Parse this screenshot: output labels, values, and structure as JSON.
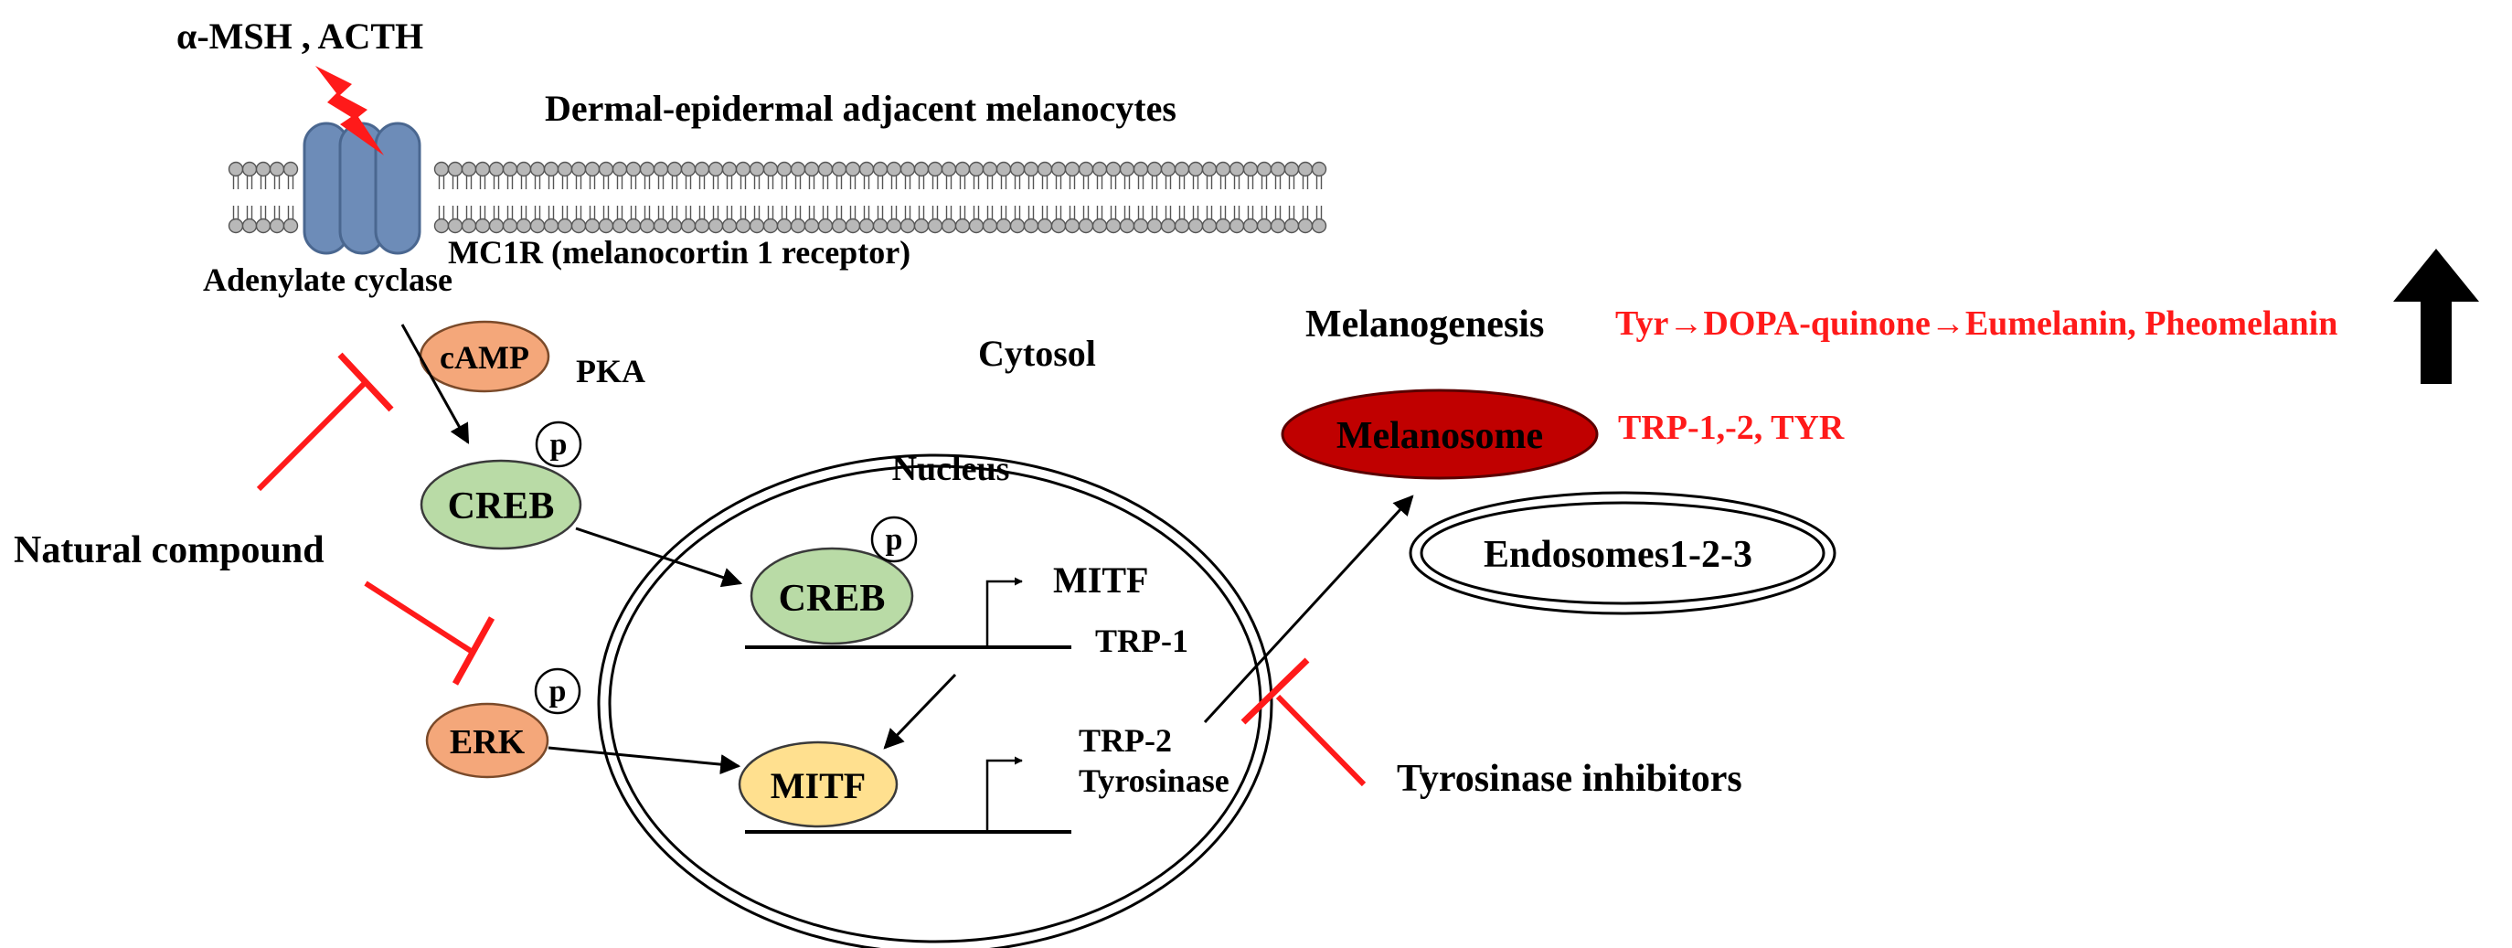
{
  "labels": {
    "ligand": "α-MSH , ACTH",
    "cell_type": "Dermal-epidermal  adjacent melanocytes",
    "receptor": "MC1R (melanocortin 1 receptor)",
    "adenylate_cyclase": "Adenylate cyclase",
    "camp": "cAMP",
    "pka": "PKA",
    "cytosol": "Cytosol",
    "nucleus": "Nucleus",
    "creb_cytosol": "CREB",
    "creb_nucleus": "CREB",
    "phospho": "p",
    "natural_compound": "Natural compound",
    "erk": "ERK",
    "mitf_gene": "MITF",
    "trp1": "TRP-1",
    "mitf_protein": "MITF",
    "trp2": "TRP-2",
    "tyrosinase": "Tyrosinase",
    "melanogenesis": "Melanogenesis",
    "pathway": "Tyr→DOPA-quinone→Eumelanin, Pheomelanin",
    "melanosome": "Melanosome",
    "melanosome_enzymes": "TRP-1,-2, TYR",
    "endosomes": "Endosomes1-2-3",
    "tyrosinase_inhibitors": "Tyrosinase   inhibitors"
  },
  "colors": {
    "membrane_head": "#b8b8b8",
    "receptor": "#6d8cb8",
    "camp": "#f4a77a",
    "creb": "#b9dba6",
    "erk": "#f4a77a",
    "mitf": "#ffe08f",
    "melanosome": "#c00000",
    "inhibition": "#ff1a1a",
    "highlight_text": "#ff1a1a"
  }
}
